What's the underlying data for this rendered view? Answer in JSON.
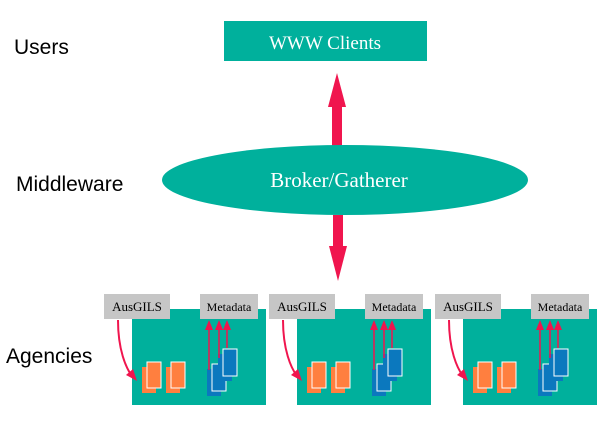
{
  "tiers": {
    "users": "Users",
    "middleware": "Middleware",
    "agencies": "Agencies"
  },
  "clients_box": {
    "label": "WWW Clients"
  },
  "broker": {
    "label": "Broker/Gatherer"
  },
  "agency_units": [
    {
      "ausgils_label": "AusGILS",
      "metadata_label": "Metadata"
    },
    {
      "ausgils_label": "AusGILS",
      "metadata_label": "Metadata"
    },
    {
      "ausgils_label": "AusGILS",
      "metadata_label": "Metadata"
    }
  ],
  "colors": {
    "teal": "#00b09c",
    "tag_gray": "#c6c6c6",
    "arrow_red": "#f0154e",
    "doc_orange": "#ff7f3f",
    "doc_blue": "#0b78be",
    "text_white": "#ffffff"
  }
}
